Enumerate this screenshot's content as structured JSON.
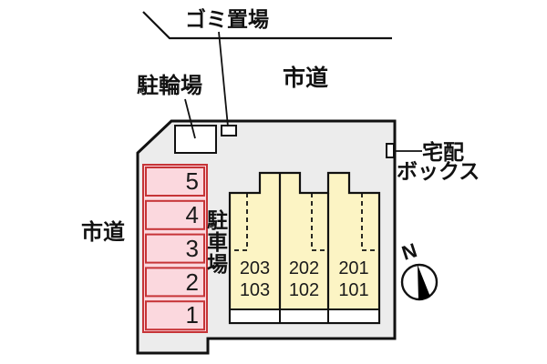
{
  "diagram": {
    "labels": {
      "garbage_area": "ゴミ置場",
      "bicycle_parking": "駐輪場",
      "road_top": "市道",
      "road_left": "市道",
      "delivery_box_line1": "宅配",
      "delivery_box_line2": "ボックス",
      "north": "N"
    },
    "parking_lot_chars": [
      "駐",
      "車",
      "場"
    ],
    "parking_spaces": [
      "5",
      "4",
      "3",
      "2",
      "1"
    ],
    "units": [
      {
        "upper": "203",
        "lower": "103"
      },
      {
        "upper": "202",
        "lower": "102"
      },
      {
        "upper": "201",
        "lower": "101"
      }
    ],
    "colors": {
      "property-fill": "#ececec",
      "building-fill": "#fcf4c4",
      "parking-fill": "#fbd8de",
      "parking-border": "#c63437",
      "line": "#111111"
    }
  }
}
